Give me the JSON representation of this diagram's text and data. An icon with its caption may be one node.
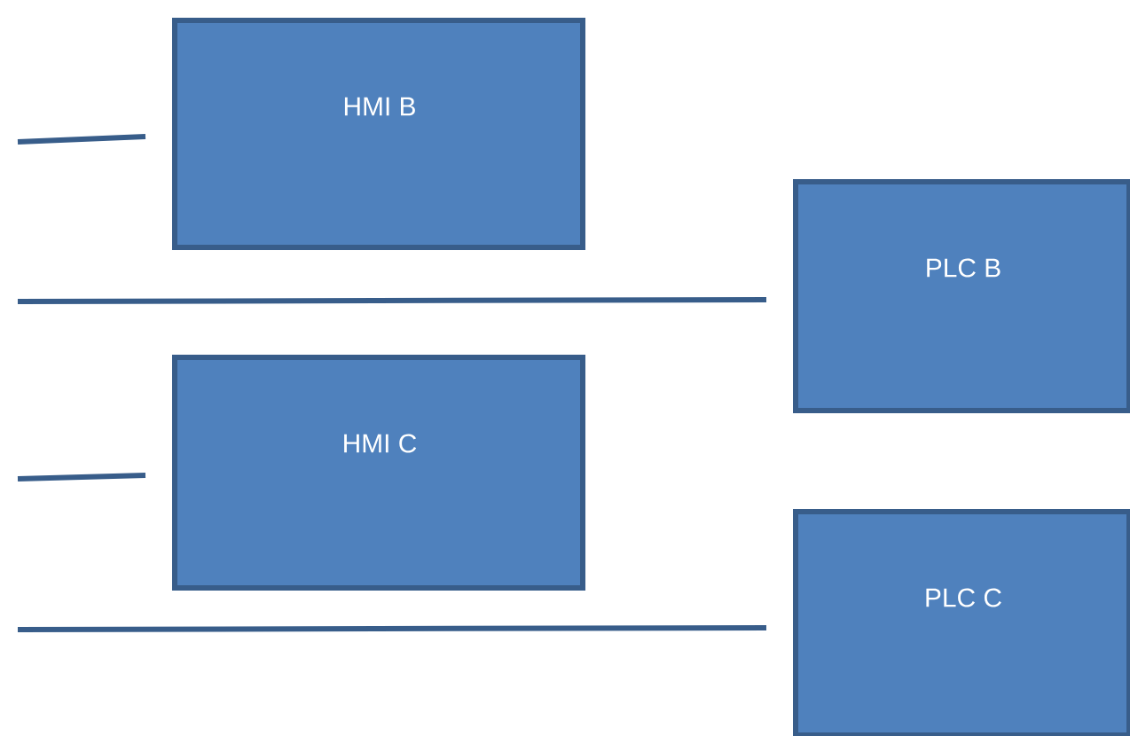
{
  "diagram": {
    "nodes": [
      {
        "text": [
          "HMI B"
        ]
      },
      {
        "text": [
          "PLC B"
        ]
      },
      {
        "text": [
          "HMI C"
        ]
      },
      {
        "text": [
          "PLC C"
        ]
      }
    ],
    "edges": [
      {
        "from": null,
        "to": 0,
        "arrow": "none"
      },
      {
        "from": null,
        "to": 1,
        "arrow": "none"
      },
      {
        "from": null,
        "to": 2,
        "arrow": "none"
      },
      {
        "from": null,
        "to": 3,
        "arrow": "none"
      }
    ]
  }
}
